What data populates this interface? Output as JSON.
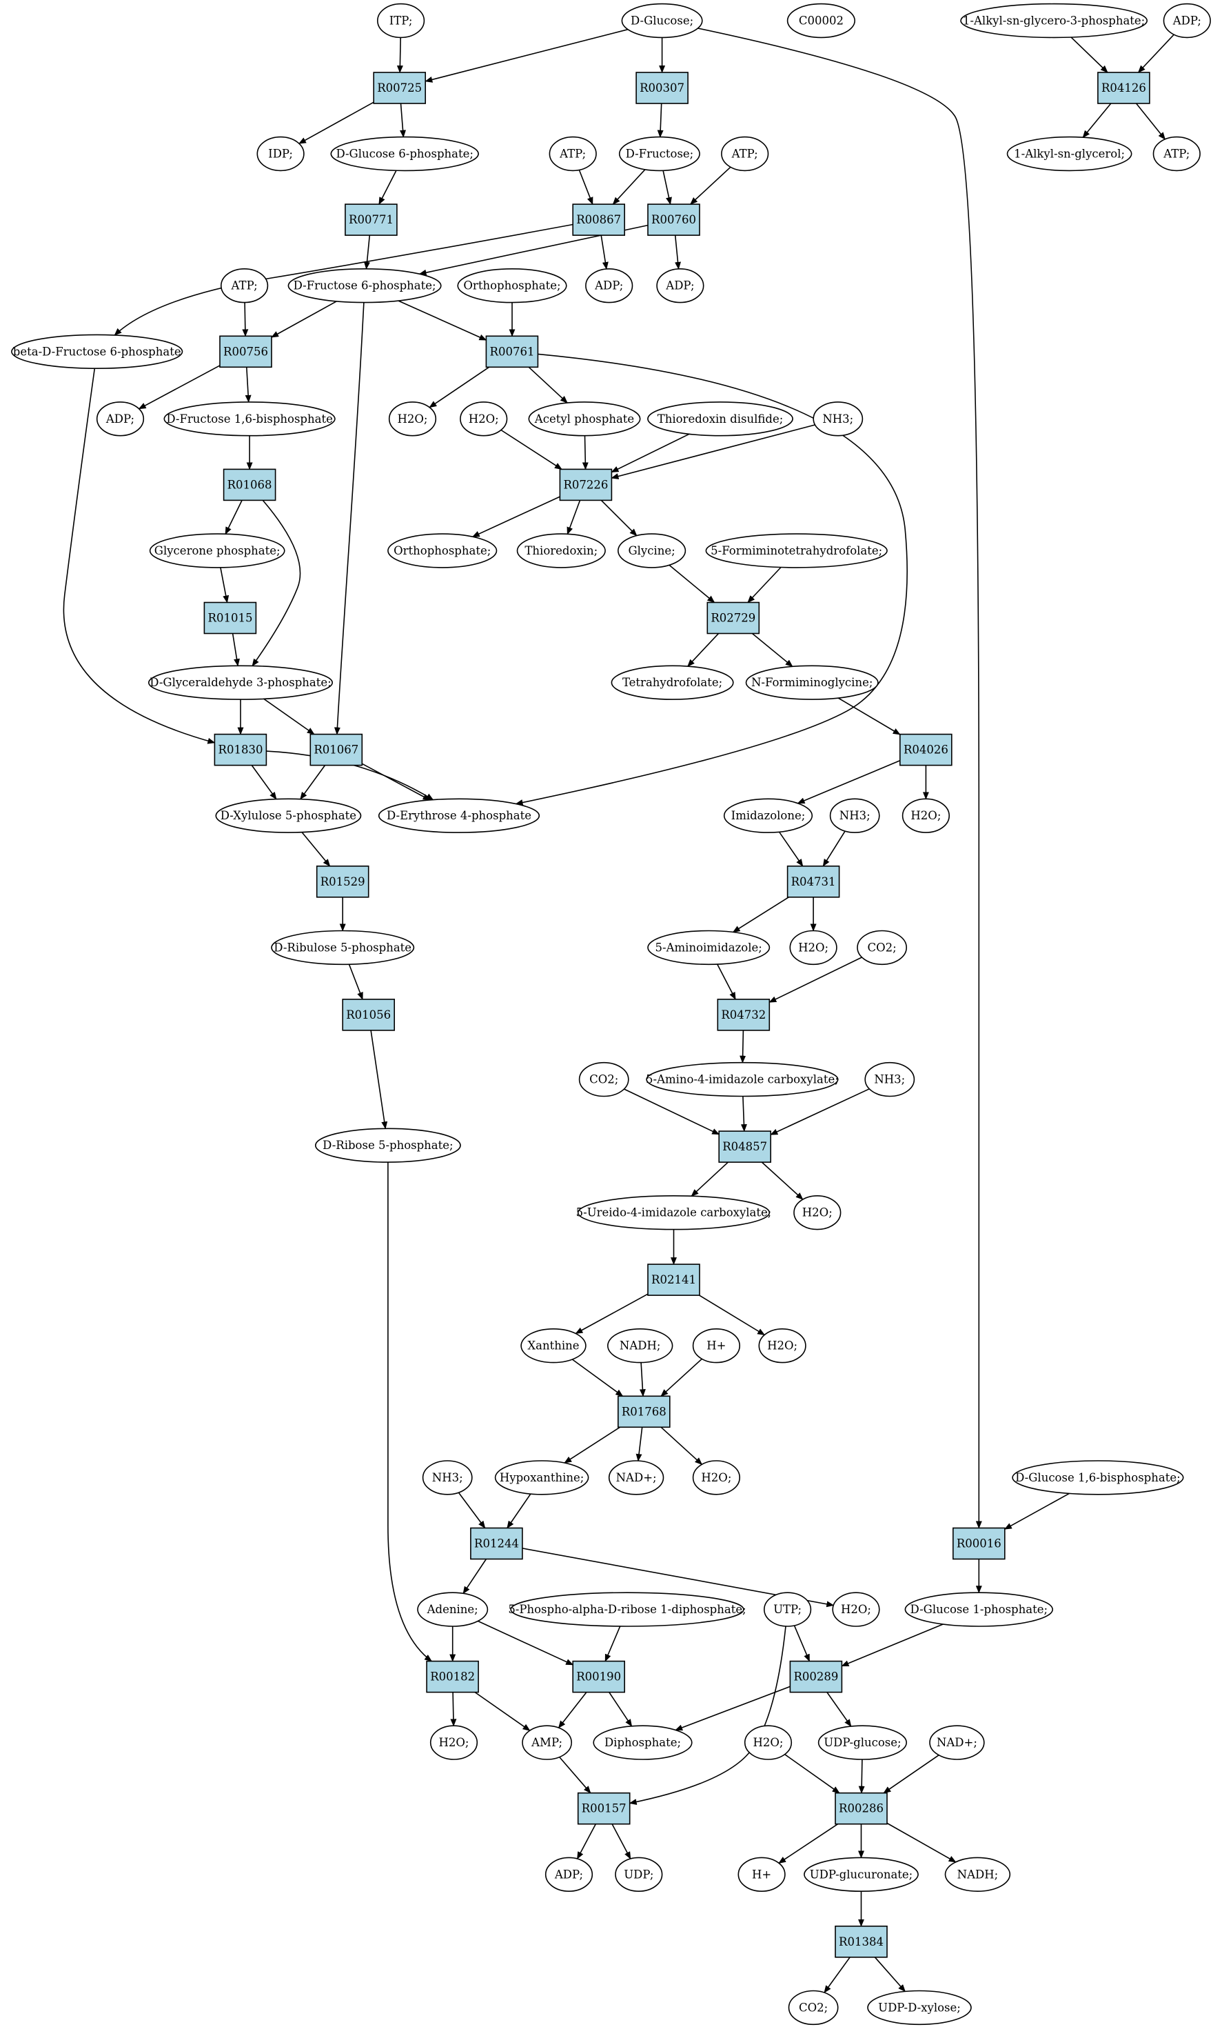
{
  "diagram": {
    "background": "#ffffff",
    "colors": {
      "metabolite_fill": "#ffffff",
      "reaction_fill": "#add8e6",
      "highlight_green": "#00ff00",
      "highlight_yellow": "#ffff00",
      "stroke": "#000000"
    },
    "nodes": [
      {
        "id": "itp",
        "kind": "metabolite",
        "label": "ITP;"
      },
      {
        "id": "dglucose",
        "kind": "metabolite",
        "label": "D-Glucose;",
        "fill": "#00ff00"
      },
      {
        "id": "c00002",
        "kind": "metabolite",
        "label": "C00002",
        "fill": "#ffff00"
      },
      {
        "id": "alkylg3p",
        "kind": "metabolite",
        "label": "1-Alkyl-sn-glycero-3-phosphate;"
      },
      {
        "id": "adp_top",
        "kind": "metabolite",
        "label": "ADP;"
      },
      {
        "id": "R00725",
        "kind": "reaction",
        "label": "R00725"
      },
      {
        "id": "R00307",
        "kind": "reaction",
        "label": "R00307"
      },
      {
        "id": "R04126",
        "kind": "reaction",
        "label": "R04126"
      },
      {
        "id": "idp",
        "kind": "metabolite",
        "label": "IDP;"
      },
      {
        "id": "g6p",
        "kind": "metabolite",
        "label": "D-Glucose 6-phosphate;"
      },
      {
        "id": "atp_a",
        "kind": "metabolite",
        "label": "ATP;"
      },
      {
        "id": "dfructose",
        "kind": "metabolite",
        "label": "D-Fructose;"
      },
      {
        "id": "atp_b",
        "kind": "metabolite",
        "label": "ATP;"
      },
      {
        "id": "alkylglycerol",
        "kind": "metabolite",
        "label": "1-Alkyl-sn-glycerol;"
      },
      {
        "id": "atp_r",
        "kind": "metabolite",
        "label": "ATP;"
      },
      {
        "id": "R00771",
        "kind": "reaction",
        "label": "R00771"
      },
      {
        "id": "R00867",
        "kind": "reaction",
        "label": "R00867"
      },
      {
        "id": "R00760",
        "kind": "reaction",
        "label": "R00760"
      },
      {
        "id": "f6p",
        "kind": "metabolite",
        "label": "D-Fructose 6-phosphate;"
      },
      {
        "id": "adp_a",
        "kind": "metabolite",
        "label": "ADP;"
      },
      {
        "id": "adp_b",
        "kind": "metabolite",
        "label": "ADP;"
      },
      {
        "id": "atp_c",
        "kind": "metabolite",
        "label": "ATP;"
      },
      {
        "id": "orthophos_top",
        "kind": "metabolite",
        "label": "Orthophosphate;"
      },
      {
        "id": "bdf6p",
        "kind": "metabolite",
        "label": "beta-D-Fructose 6-phosphate"
      },
      {
        "id": "R00756",
        "kind": "reaction",
        "label": "R00756"
      },
      {
        "id": "R00761",
        "kind": "reaction",
        "label": "R00761"
      },
      {
        "id": "adp_c",
        "kind": "metabolite",
        "label": "ADP;"
      },
      {
        "id": "f16bp",
        "kind": "metabolite",
        "label": "D-Fructose 1,6-bisphosphate"
      },
      {
        "id": "h2o_a",
        "kind": "metabolite",
        "label": "H2O;"
      },
      {
        "id": "h2o_b",
        "kind": "metabolite",
        "label": "H2O;"
      },
      {
        "id": "acetylp",
        "kind": "metabolite",
        "label": "Acetyl phosphate"
      },
      {
        "id": "trxdisulf",
        "kind": "metabolite",
        "label": "Thioredoxin disulfide;"
      },
      {
        "id": "nh3_a",
        "kind": "metabolite",
        "label": "NH3;"
      },
      {
        "id": "R01068",
        "kind": "reaction",
        "label": "R01068"
      },
      {
        "id": "R07226",
        "kind": "reaction",
        "label": "R07226"
      },
      {
        "id": "glyceronep",
        "kind": "metabolite",
        "label": "Glycerone phosphate;"
      },
      {
        "id": "orthophos_b",
        "kind": "metabolite",
        "label": "Orthophosphate;"
      },
      {
        "id": "thioredoxin",
        "kind": "metabolite",
        "label": "Thioredoxin;"
      },
      {
        "id": "glycine",
        "kind": "metabolite",
        "label": "Glycine;"
      },
      {
        "id": "formthf",
        "kind": "metabolite",
        "label": "5-Formiminotetrahydrofolate;"
      },
      {
        "id": "R01015",
        "kind": "reaction",
        "label": "R01015"
      },
      {
        "id": "R02729",
        "kind": "reaction",
        "label": "R02729"
      },
      {
        "id": "g3p",
        "kind": "metabolite",
        "label": "D-Glyceraldehyde 3-phosphate;"
      },
      {
        "id": "thf",
        "kind": "metabolite",
        "label": "Tetrahydrofolate;"
      },
      {
        "id": "formgly",
        "kind": "metabolite",
        "label": "N-Formiminoglycine;"
      },
      {
        "id": "R01830",
        "kind": "reaction",
        "label": "R01830"
      },
      {
        "id": "R01067",
        "kind": "reaction",
        "label": "R01067"
      },
      {
        "id": "R04026",
        "kind": "reaction",
        "label": "R04026"
      },
      {
        "id": "xu5p",
        "kind": "metabolite",
        "label": "D-Xylulose 5-phosphate"
      },
      {
        "id": "e4p",
        "kind": "metabolite",
        "label": "D-Erythrose 4-phosphate"
      },
      {
        "id": "imidazolone",
        "kind": "metabolite",
        "label": "Imidazolone;"
      },
      {
        "id": "nh3_b",
        "kind": "metabolite",
        "label": "NH3;"
      },
      {
        "id": "h2o_c",
        "kind": "metabolite",
        "label": "H2O;"
      },
      {
        "id": "R01529",
        "kind": "reaction",
        "label": "R01529"
      },
      {
        "id": "R04731",
        "kind": "reaction",
        "label": "R04731"
      },
      {
        "id": "ru5p",
        "kind": "metabolite",
        "label": "D-Ribulose 5-phosphate"
      },
      {
        "id": "aminoimid",
        "kind": "metabolite",
        "label": "5-Aminoimidazole;"
      },
      {
        "id": "h2o_d",
        "kind": "metabolite",
        "label": "H2O;"
      },
      {
        "id": "co2_a",
        "kind": "metabolite",
        "label": "CO2;"
      },
      {
        "id": "R01056",
        "kind": "reaction",
        "label": "R01056"
      },
      {
        "id": "R04732",
        "kind": "reaction",
        "label": "R04732"
      },
      {
        "id": "co2_b",
        "kind": "metabolite",
        "label": "CO2;"
      },
      {
        "id": "aica",
        "kind": "metabolite",
        "label": "5-Amino-4-imidazole carboxylate;"
      },
      {
        "id": "nh3_c",
        "kind": "metabolite",
        "label": "NH3;"
      },
      {
        "id": "r5p",
        "kind": "metabolite",
        "label": "D-Ribose 5-phosphate;"
      },
      {
        "id": "R04857",
        "kind": "reaction",
        "label": "R04857"
      },
      {
        "id": "uica",
        "kind": "metabolite",
        "label": "5-Ureido-4-imidazole carboxylate;"
      },
      {
        "id": "h2o_e",
        "kind": "metabolite",
        "label": "H2O;"
      },
      {
        "id": "R02141",
        "kind": "reaction",
        "label": "R02141"
      },
      {
        "id": "xanthine",
        "kind": "metabolite",
        "label": "Xanthine"
      },
      {
        "id": "nadh_a",
        "kind": "metabolite",
        "label": "NADH;"
      },
      {
        "id": "hplus_a",
        "kind": "metabolite",
        "label": "H+"
      },
      {
        "id": "h2o_f",
        "kind": "metabolite",
        "label": "H2O;"
      },
      {
        "id": "R01768",
        "kind": "reaction",
        "label": "R01768"
      },
      {
        "id": "nh3_d",
        "kind": "metabolite",
        "label": "NH3;"
      },
      {
        "id": "hypoxanthine",
        "kind": "metabolite",
        "label": "Hypoxanthine;"
      },
      {
        "id": "nadplus_a",
        "kind": "metabolite",
        "label": "NAD+;"
      },
      {
        "id": "h2o_g",
        "kind": "metabolite",
        "label": "H2O;"
      },
      {
        "id": "g16bp",
        "kind": "metabolite",
        "label": "D-Glucose 1,6-bisphosphate;"
      },
      {
        "id": "R01244",
        "kind": "reaction",
        "label": "R01244"
      },
      {
        "id": "R00016",
        "kind": "reaction",
        "label": "R00016"
      },
      {
        "id": "adenine",
        "kind": "metabolite",
        "label": "Adenine;"
      },
      {
        "id": "prpp",
        "kind": "metabolite",
        "label": "5-Phospho-alpha-D-ribose 1-diphosphate;"
      },
      {
        "id": "utp",
        "kind": "metabolite",
        "label": "UTP;"
      },
      {
        "id": "h2o_h",
        "kind": "metabolite",
        "label": "H2O;"
      },
      {
        "id": "g1p",
        "kind": "metabolite",
        "label": "D-Glucose 1-phosphate;"
      },
      {
        "id": "R00182",
        "kind": "reaction",
        "label": "R00182"
      },
      {
        "id": "R00190",
        "kind": "reaction",
        "label": "R00190"
      },
      {
        "id": "R00289",
        "kind": "reaction",
        "label": "R00289"
      },
      {
        "id": "h2o_i",
        "kind": "metabolite",
        "label": "H2O;"
      },
      {
        "id": "amp",
        "kind": "metabolite",
        "label": "AMP;"
      },
      {
        "id": "diphosphate",
        "kind": "metabolite",
        "label": "Diphosphate;"
      },
      {
        "id": "h2o_j",
        "kind": "metabolite",
        "label": "H2O;"
      },
      {
        "id": "udpglucose",
        "kind": "metabolite",
        "label": "UDP-glucose;"
      },
      {
        "id": "nadplus_b",
        "kind": "metabolite",
        "label": "NAD+;"
      },
      {
        "id": "R00157",
        "kind": "reaction",
        "label": "R00157"
      },
      {
        "id": "R00286",
        "kind": "reaction",
        "label": "R00286"
      },
      {
        "id": "adp_d",
        "kind": "metabolite",
        "label": "ADP;"
      },
      {
        "id": "udp",
        "kind": "metabolite",
        "label": "UDP;"
      },
      {
        "id": "hplus_b",
        "kind": "metabolite",
        "label": "H+"
      },
      {
        "id": "udpglcua",
        "kind": "metabolite",
        "label": "UDP-glucuronate;"
      },
      {
        "id": "nadh_b",
        "kind": "metabolite",
        "label": "NADH;"
      },
      {
        "id": "R01384",
        "kind": "reaction",
        "label": "R01384"
      },
      {
        "id": "co2_c",
        "kind": "metabolite",
        "label": "CO2;"
      },
      {
        "id": "udpxylose",
        "kind": "metabolite",
        "label": "UDP-D-xylose;"
      }
    ],
    "edges": [
      [
        "itp",
        "R00725"
      ],
      [
        "dglucose",
        "R00725"
      ],
      [
        "R00725",
        "idp"
      ],
      [
        "R00725",
        "g6p"
      ],
      [
        "dglucose",
        "R00307"
      ],
      [
        "R00307",
        "dfructose"
      ],
      [
        "dglucose",
        "R00016"
      ],
      [
        "alkylg3p",
        "R04126"
      ],
      [
        "adp_top",
        "R04126"
      ],
      [
        "R04126",
        "alkylglycerol"
      ],
      [
        "R04126",
        "atp_r"
      ],
      [
        "g6p",
        "R00771"
      ],
      [
        "R00771",
        "f6p"
      ],
      [
        "atp_a",
        "R00867"
      ],
      [
        "dfructose",
        "R00867"
      ],
      [
        "R00867",
        "adp_a"
      ],
      [
        "R00867",
        "bdf6p"
      ],
      [
        "dfructose",
        "R00760"
      ],
      [
        "atp_b",
        "R00760"
      ],
      [
        "R00760",
        "adp_b"
      ],
      [
        "R00760",
        "f6p"
      ],
      [
        "atp_c",
        "R00756"
      ],
      [
        "f6p",
        "R00756"
      ],
      [
        "R00756",
        "adp_c"
      ],
      [
        "R00756",
        "f16bp"
      ],
      [
        "f6p",
        "R00761"
      ],
      [
        "orthophos_top",
        "R00761"
      ],
      [
        "R00761",
        "h2o_a"
      ],
      [
        "R00761",
        "acetylp"
      ],
      [
        "R00761",
        "e4p"
      ],
      [
        "f6p",
        "R01067"
      ],
      [
        "bdf6p",
        "R01830"
      ],
      [
        "f16bp",
        "R01068"
      ],
      [
        "R01068",
        "glyceronep"
      ],
      [
        "R01068",
        "g3p"
      ],
      [
        "glyceronep",
        "R01015"
      ],
      [
        "R01015",
        "g3p"
      ],
      [
        "h2o_b",
        "R07226"
      ],
      [
        "acetylp",
        "R07226"
      ],
      [
        "trxdisulf",
        "R07226"
      ],
      [
        "nh3_a",
        "R07226"
      ],
      [
        "R07226",
        "orthophos_b"
      ],
      [
        "R07226",
        "thioredoxin"
      ],
      [
        "R07226",
        "glycine"
      ],
      [
        "glycine",
        "R02729"
      ],
      [
        "formthf",
        "R02729"
      ],
      [
        "R02729",
        "thf"
      ],
      [
        "R02729",
        "formgly"
      ],
      [
        "g3p",
        "R01830"
      ],
      [
        "g3p",
        "R01067"
      ],
      [
        "R01830",
        "xu5p"
      ],
      [
        "R01830",
        "e4p"
      ],
      [
        "R01067",
        "xu5p"
      ],
      [
        "R01067",
        "e4p"
      ],
      [
        "formgly",
        "R04026"
      ],
      [
        "R04026",
        "imidazolone"
      ],
      [
        "R04026",
        "h2o_c"
      ],
      [
        "imidazolone",
        "R04731"
      ],
      [
        "nh3_b",
        "R04731"
      ],
      [
        "R04731",
        "aminoimid"
      ],
      [
        "R04731",
        "h2o_d"
      ],
      [
        "xu5p",
        "R01529"
      ],
      [
        "R01529",
        "ru5p"
      ],
      [
        "ru5p",
        "R01056"
      ],
      [
        "R01056",
        "r5p"
      ],
      [
        "aminoimid",
        "R04732"
      ],
      [
        "co2_a",
        "R04732"
      ],
      [
        "R04732",
        "aica"
      ],
      [
        "co2_b",
        "R04857"
      ],
      [
        "aica",
        "R04857"
      ],
      [
        "nh3_c",
        "R04857"
      ],
      [
        "R04857",
        "uica"
      ],
      [
        "R04857",
        "h2o_e"
      ],
      [
        "uica",
        "R02141"
      ],
      [
        "R02141",
        "xanthine"
      ],
      [
        "R02141",
        "h2o_f"
      ],
      [
        "xanthine",
        "R01768"
      ],
      [
        "nadh_a",
        "R01768"
      ],
      [
        "hplus_a",
        "R01768"
      ],
      [
        "R01768",
        "hypoxanthine"
      ],
      [
        "R01768",
        "nadplus_a"
      ],
      [
        "R01768",
        "h2o_g"
      ],
      [
        "nh3_d",
        "R01244"
      ],
      [
        "hypoxanthine",
        "R01244"
      ],
      [
        "R01244",
        "adenine"
      ],
      [
        "R01244",
        "h2o_h"
      ],
      [
        "g16bp",
        "R00016"
      ],
      [
        "R00016",
        "g1p"
      ],
      [
        "adenine",
        "R00182"
      ],
      [
        "r5p",
        "R00182"
      ],
      [
        "R00182",
        "h2o_i"
      ],
      [
        "R00182",
        "amp"
      ],
      [
        "adenine",
        "R00190"
      ],
      [
        "prpp",
        "R00190"
      ],
      [
        "R00190",
        "amp"
      ],
      [
        "R00190",
        "diphosphate"
      ],
      [
        "utp",
        "R00289"
      ],
      [
        "g1p",
        "R00289"
      ],
      [
        "R00289",
        "diphosphate"
      ],
      [
        "R00289",
        "udpglucose"
      ],
      [
        "amp",
        "R00157"
      ],
      [
        "utp",
        "R00157"
      ],
      [
        "R00157",
        "adp_d"
      ],
      [
        "R00157",
        "udp"
      ],
      [
        "h2o_j",
        "R00286"
      ],
      [
        "udpglucose",
        "R00286"
      ],
      [
        "nadplus_b",
        "R00286"
      ],
      [
        "R00286",
        "hplus_b"
      ],
      [
        "R00286",
        "udpglcua"
      ],
      [
        "R00286",
        "nadh_b"
      ],
      [
        "udpglcua",
        "R01384"
      ],
      [
        "R01384",
        "co2_c"
      ],
      [
        "R01384",
        "udpxylose"
      ]
    ]
  }
}
